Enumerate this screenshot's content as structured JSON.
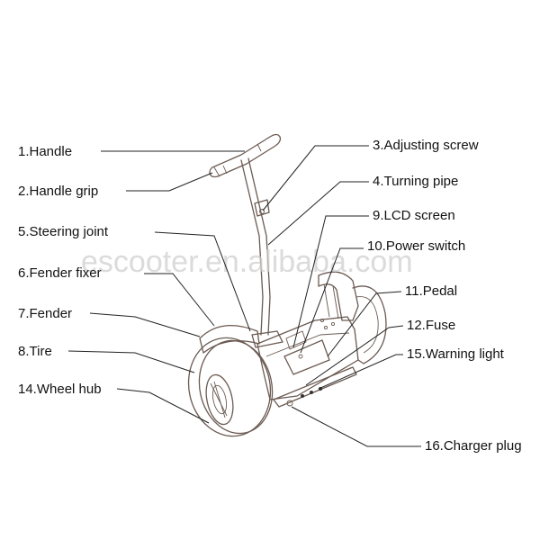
{
  "watermark": "escooter.en.alibaba.com",
  "parts": [
    {
      "id": "handle",
      "label": "1.Handle"
    },
    {
      "id": "handle-grip",
      "label": "2.Handle grip"
    },
    {
      "id": "adjusting-screw",
      "label": "3.Adjusting screw"
    },
    {
      "id": "turning-pipe",
      "label": "4.Turning pipe"
    },
    {
      "id": "steering-joint",
      "label": "5.Steering joint"
    },
    {
      "id": "fender-fixer",
      "label": "6.Fender fixer"
    },
    {
      "id": "fender",
      "label": "7.Fender"
    },
    {
      "id": "tire",
      "label": "8.Tire"
    },
    {
      "id": "lcd-screen",
      "label": "9.LCD screen"
    },
    {
      "id": "power-switch",
      "label": "10.Power switch"
    },
    {
      "id": "pedal",
      "label": "11.Pedal"
    },
    {
      "id": "fuse",
      "label": "12.Fuse"
    },
    {
      "id": "wheel-hub",
      "label": "14.Wheel hub"
    },
    {
      "id": "warning-light",
      "label": "15.Warning light"
    },
    {
      "id": "charger-plug",
      "label": "16.Charger plug"
    }
  ]
}
